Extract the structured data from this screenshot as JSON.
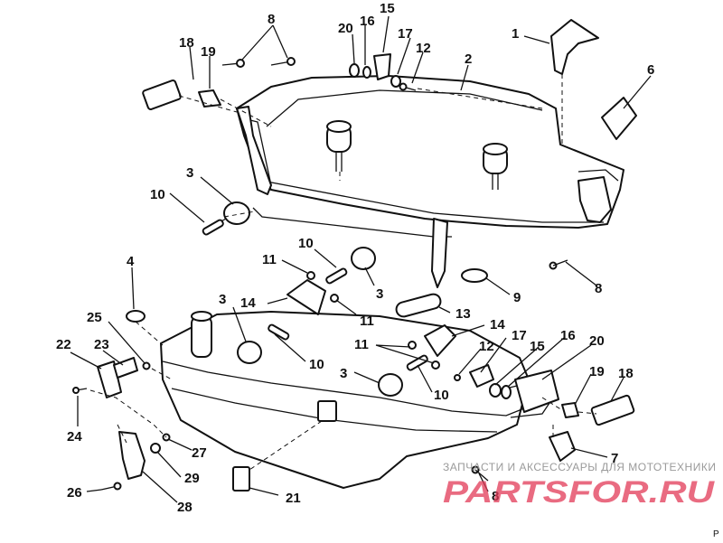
{
  "diagram": {
    "callouts": [
      {
        "id": "c1",
        "text": "1"
      },
      {
        "id": "c2",
        "text": "2"
      },
      {
        "id": "c3a",
        "text": "3"
      },
      {
        "id": "c3b",
        "text": "3"
      },
      {
        "id": "c3c",
        "text": "3"
      },
      {
        "id": "c3d",
        "text": "3"
      },
      {
        "id": "c4",
        "text": "4"
      },
      {
        "id": "c6",
        "text": "6"
      },
      {
        "id": "c7",
        "text": "7"
      },
      {
        "id": "c8a",
        "text": "8"
      },
      {
        "id": "c8b",
        "text": "8"
      },
      {
        "id": "c8c",
        "text": "8"
      },
      {
        "id": "c9",
        "text": "9"
      },
      {
        "id": "c10a",
        "text": "10"
      },
      {
        "id": "c10b",
        "text": "10"
      },
      {
        "id": "c10c",
        "text": "10"
      },
      {
        "id": "c10d",
        "text": "10"
      },
      {
        "id": "c11a",
        "text": "11"
      },
      {
        "id": "c11b",
        "text": "11"
      },
      {
        "id": "c11c",
        "text": "11"
      },
      {
        "id": "c12a",
        "text": "12"
      },
      {
        "id": "c12b",
        "text": "12"
      },
      {
        "id": "c13",
        "text": "13"
      },
      {
        "id": "c14a",
        "text": "14"
      },
      {
        "id": "c14b",
        "text": "14"
      },
      {
        "id": "c15a",
        "text": "15"
      },
      {
        "id": "c15b",
        "text": "15"
      },
      {
        "id": "c16a",
        "text": "16"
      },
      {
        "id": "c16b",
        "text": "16"
      },
      {
        "id": "c17a",
        "text": "17"
      },
      {
        "id": "c17b",
        "text": "17"
      },
      {
        "id": "c18a",
        "text": "18"
      },
      {
        "id": "c18b",
        "text": "18"
      },
      {
        "id": "c19a",
        "text": "19"
      },
      {
        "id": "c19b",
        "text": "19"
      },
      {
        "id": "c20a",
        "text": "20"
      },
      {
        "id": "c20b",
        "text": "20"
      },
      {
        "id": "c21",
        "text": "21"
      },
      {
        "id": "c22",
        "text": "22"
      },
      {
        "id": "c23",
        "text": "23"
      },
      {
        "id": "c24",
        "text": "24"
      },
      {
        "id": "c25",
        "text": "25"
      },
      {
        "id": "c26",
        "text": "26"
      },
      {
        "id": "c27",
        "text": "27"
      },
      {
        "id": "c28",
        "text": "28"
      },
      {
        "id": "c29",
        "text": "29"
      }
    ]
  },
  "watermark": {
    "caption": "ЗАПЧАСТИ И АКСЕССУАРЫ ДЛЯ МОТОТЕХНИКИ",
    "logo": "PARTSFOR.RU"
  },
  "corner_mark": "P"
}
